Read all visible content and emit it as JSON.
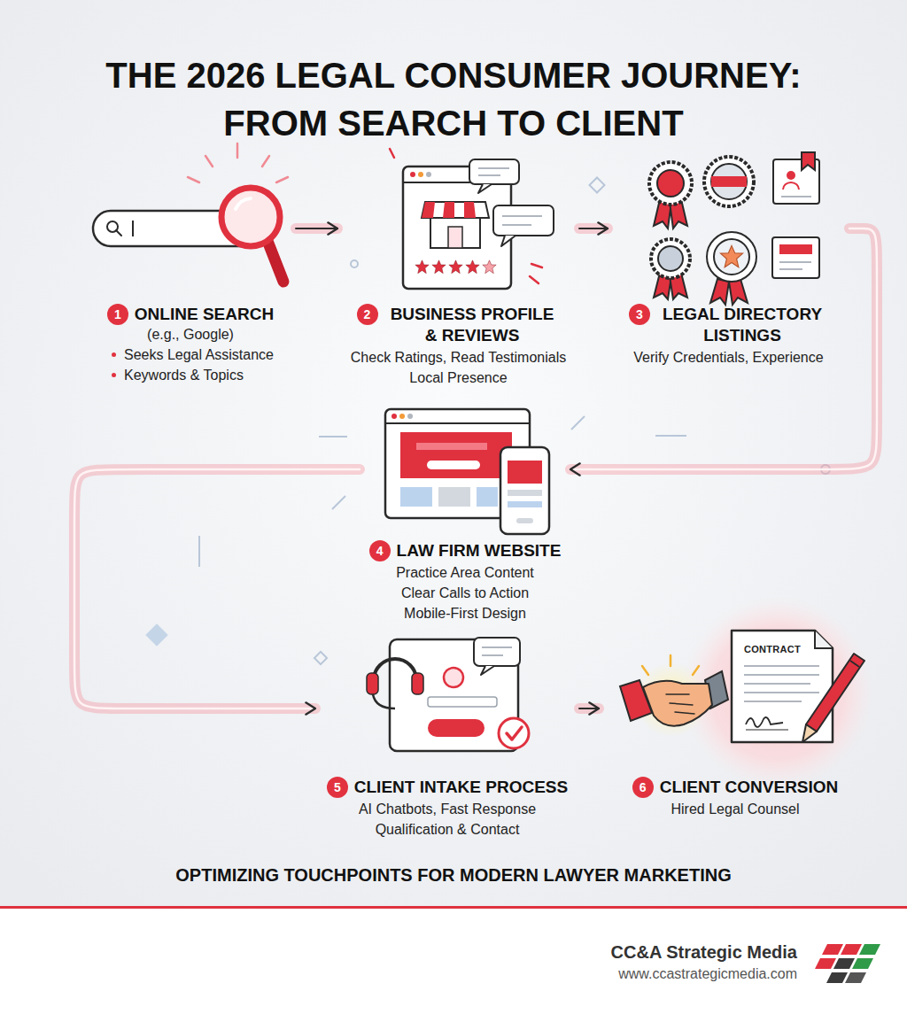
{
  "diagram": {
    "title": "THE 2026 LEGAL CONSUMER JOURNEY: FROM SEARCH TO CLIENT",
    "nodes": [
      {
        "text": [
          "1",
          "ONLINE SEARCH",
          "(e.g., Google)",
          "Seeks Legal Assistance",
          "Keywords & Topics"
        ]
      },
      {
        "text": [
          "2",
          "BUSINESS PROFILE & REVIEWS",
          "Check Ratings, Read Testimonials",
          "Local Presence"
        ]
      },
      {
        "text": [
          "3",
          "LEGAL DIRECTORY LISTINGS",
          "Verify Credentials, Experience"
        ]
      },
      {
        "text": [
          "4",
          "LAW FIRM WEBSITE",
          "Practice Area Content",
          "Clear Calls to Action",
          "Mobile-First Design"
        ]
      },
      {
        "text": [
          "5",
          "CLIENT INTAKE PROCESS",
          "AI Chatbots, Fast Response",
          "Qualification & Contact"
        ]
      },
      {
        "text": [
          "6",
          "CLIENT CONVERSION",
          "Hired Legal Counsel"
        ]
      }
    ],
    "edges": [
      {
        "from": 0,
        "to": 1,
        "arrow": "to"
      },
      {
        "from": 1,
        "to": 2,
        "arrow": "to"
      },
      {
        "from": 2,
        "to": 3,
        "arrow": "to"
      },
      {
        "from": 3,
        "to": 4,
        "arrow": "to"
      },
      {
        "from": 4,
        "to": 5,
        "arrow": "to"
      }
    ],
    "labels": [
      "OPTIMIZING TOUCHPOINTS FOR MODERN LAWYER MARKETING",
      "CC&A Strategic Media",
      "www.ccastrategicmedia.com",
      "CONTRACT"
    ]
  }
}
